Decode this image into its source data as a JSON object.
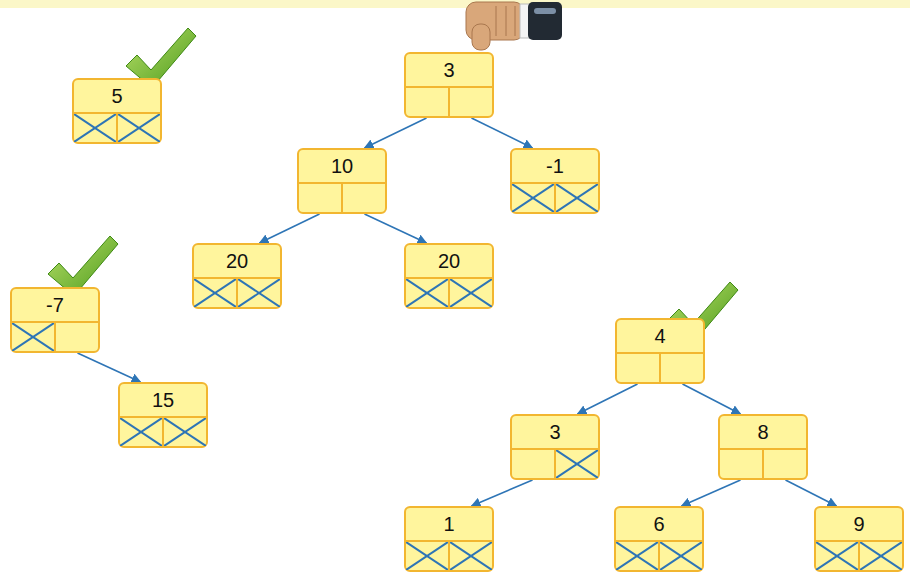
{
  "diagram": {
    "nodes": [
      {
        "text": [
          "5"
        ]
      },
      {
        "text": [
          "3"
        ]
      },
      {
        "text": [
          "10"
        ]
      },
      {
        "text": [
          "-1"
        ]
      },
      {
        "text": [
          "20"
        ]
      },
      {
        "text": [
          "20"
        ]
      },
      {
        "text": [
          "-7"
        ]
      },
      {
        "text": [
          "15"
        ]
      },
      {
        "text": [
          "4"
        ]
      },
      {
        "text": [
          "3"
        ]
      },
      {
        "text": [
          "8"
        ]
      },
      {
        "text": [
          "1"
        ]
      },
      {
        "text": [
          "6"
        ]
      },
      {
        "text": [
          "9"
        ]
      }
    ],
    "edges": [
      {
        "from": 1,
        "to": 2,
        "arrow": "to"
      },
      {
        "from": 1,
        "to": 3,
        "arrow": "to"
      },
      {
        "from": 2,
        "to": 4,
        "arrow": "to"
      },
      {
        "from": 2,
        "to": 5,
        "arrow": "to"
      },
      {
        "from": 6,
        "to": 7,
        "arrow": "to"
      },
      {
        "from": 8,
        "to": 9,
        "arrow": "to"
      },
      {
        "from": 8,
        "to": 10,
        "arrow": "to"
      },
      {
        "from": 9,
        "to": 11,
        "arrow": "to"
      },
      {
        "from": 10,
        "to": 12,
        "arrow": "to"
      },
      {
        "from": 10,
        "to": 13,
        "arrow": "to"
      }
    ]
  }
}
